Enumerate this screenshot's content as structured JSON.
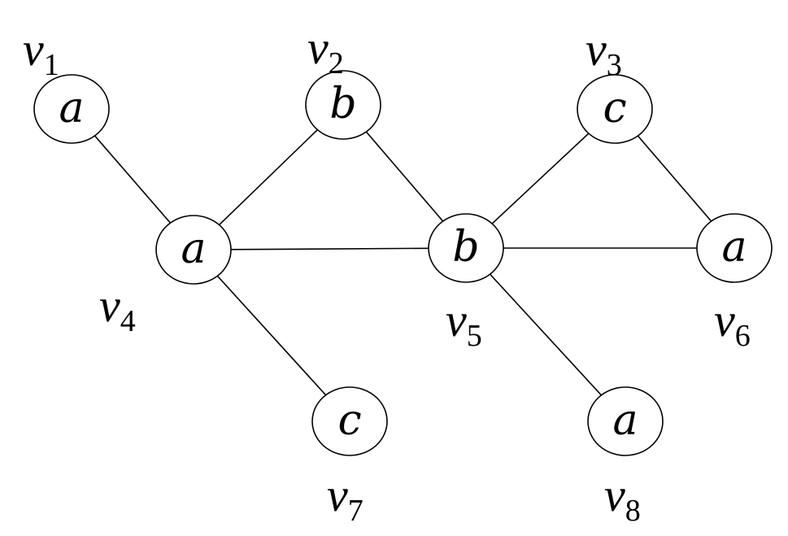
{
  "graph": {
    "nodes": [
      {
        "id": "v1",
        "label": "a",
        "name_var": "v",
        "name_sub": "1"
      },
      {
        "id": "v2",
        "label": "b",
        "name_var": "v",
        "name_sub": "2"
      },
      {
        "id": "v3",
        "label": "c",
        "name_var": "v",
        "name_sub": "3"
      },
      {
        "id": "v4",
        "label": "a",
        "name_var": "v",
        "name_sub": "4"
      },
      {
        "id": "v5",
        "label": "b",
        "name_var": "v",
        "name_sub": "5"
      },
      {
        "id": "v6",
        "label": "a",
        "name_var": "v",
        "name_sub": "6"
      },
      {
        "id": "v7",
        "label": "c",
        "name_var": "v",
        "name_sub": "7"
      },
      {
        "id": "v8",
        "label": "a",
        "name_var": "v",
        "name_sub": "8"
      }
    ],
    "edges": [
      [
        "v1",
        "v4"
      ],
      [
        "v4",
        "v2"
      ],
      [
        "v4",
        "v5"
      ],
      [
        "v4",
        "v7"
      ],
      [
        "v2",
        "v5"
      ],
      [
        "v5",
        "v3"
      ],
      [
        "v5",
        "v6"
      ],
      [
        "v5",
        "v8"
      ],
      [
        "v3",
        "v6"
      ]
    ]
  }
}
